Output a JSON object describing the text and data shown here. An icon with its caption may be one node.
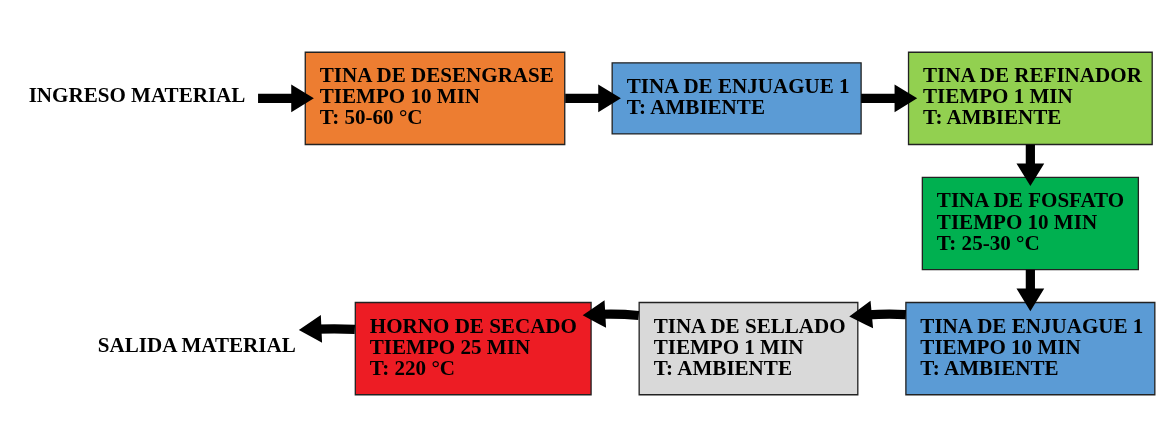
{
  "diagram": {
    "nodes": [
      {
        "text": [
          "INGRESO MATERIAL"
        ]
      },
      {
        "text": [
          "TINA DE DESENGRASE",
          "TIEMPO 10 MIN",
          "T: 50-60 °C"
        ]
      },
      {
        "text": [
          "TINA DE ENJUAGUE 1",
          "T: AMBIENTE"
        ]
      },
      {
        "text": [
          "TINA DE REFINADOR",
          "TIEMPO 1 MIN",
          "T: AMBIENTE"
        ]
      },
      {
        "text": [
          "TINA DE FOSFATO",
          "TIEMPO 10 MIN",
          "T: 25-30 °C"
        ]
      },
      {
        "text": [
          "TINA DE ENJUAGUE 1",
          "TIEMPO 10 MIN",
          "T: AMBIENTE"
        ]
      },
      {
        "text": [
          "TINA DE SELLADO",
          "TIEMPO 1 MIN",
          "T: AMBIENTE"
        ]
      },
      {
        "text": [
          "HORNO DE SECADO",
          "TIEMPO 25 MIN",
          "T: 220 °C"
        ]
      },
      {
        "text": [
          "SALIDA MATERIAL"
        ]
      }
    ],
    "edges": [
      {
        "from": 0,
        "to": 1,
        "arrow": "to"
      },
      {
        "from": 1,
        "to": 2,
        "arrow": "to"
      },
      {
        "from": 2,
        "to": 3,
        "arrow": "to"
      },
      {
        "from": 3,
        "to": 4,
        "arrow": "to"
      },
      {
        "from": 4,
        "to": 5,
        "arrow": "to"
      },
      {
        "from": 5,
        "to": 6,
        "arrow": "to"
      },
      {
        "from": 6,
        "to": 7,
        "arrow": "to"
      },
      {
        "from": 7,
        "to": 8,
        "arrow": "to"
      }
    ]
  }
}
